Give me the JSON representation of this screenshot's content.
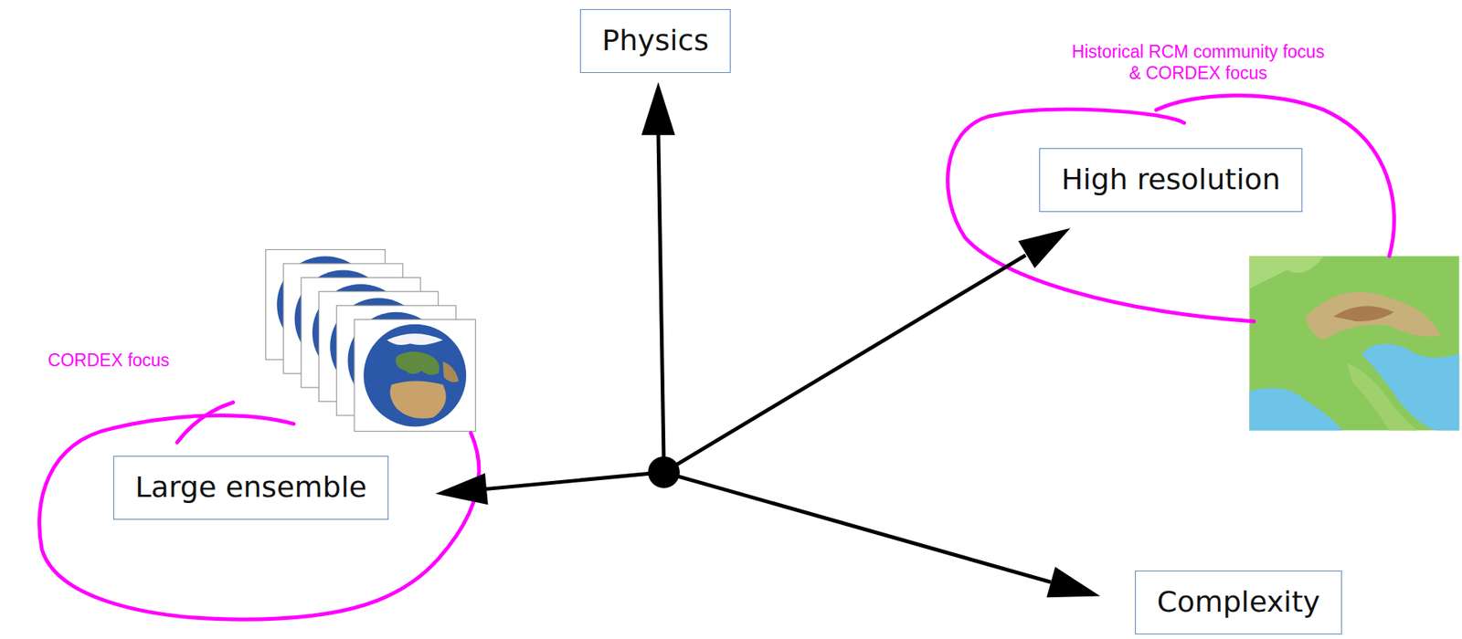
{
  "diagram": {
    "nodes": [
      {
        "text": [
          "Physics"
        ]
      },
      {
        "text": [
          "High resolution"
        ]
      },
      {
        "text": [
          "Large ensemble"
        ]
      },
      {
        "text": [
          "Complexity"
        ]
      }
    ],
    "labels": [
      "Historical RCM community focus & CORDEX focus",
      "CORDEX focus"
    ]
  }
}
